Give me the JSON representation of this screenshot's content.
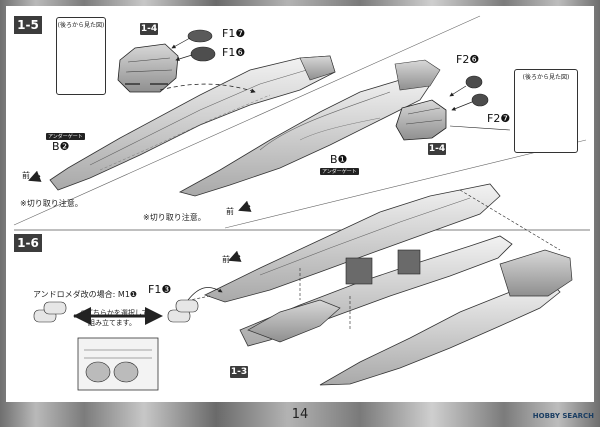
{
  "page": {
    "number": "14",
    "watermark": "HOBBY SEARCH"
  },
  "steps": {
    "s15": {
      "label": "1-5"
    },
    "s16": {
      "label": "1-6"
    }
  },
  "callouts": {
    "c14a": "1-4",
    "c14b": "1-4",
    "c13": "1-3"
  },
  "parts": {
    "f1_7": "F1❼",
    "f1_6": "F1❻",
    "f2_6": "F2❻",
    "f2_7": "F2❼",
    "b2": "B❷",
    "b1": "B❶",
    "f1_3": "F1❸",
    "m1_label": "アンドロメダ改の場合: M1❶"
  },
  "notes": {
    "rear_view_left": "(後ろから見た図)",
    "rear_view_right": "(後ろから見た図)",
    "under_gate_1": "アンダーゲート",
    "under_gate_2": "アンダーゲート",
    "cut_note_1": "※切り取り注意。",
    "cut_note_2": "※切り取り注意。",
    "front_1": "前",
    "front_2": "前",
    "front_3": "前",
    "choose_note_1": "※どちらかを選択して",
    "choose_note_2": "組み立てます。"
  }
}
